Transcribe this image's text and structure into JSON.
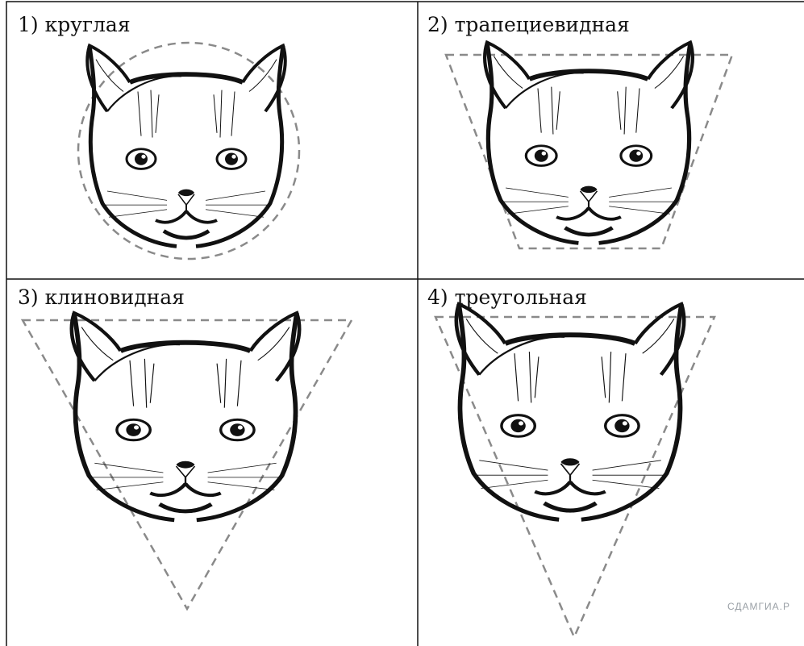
{
  "cells": [
    {
      "label": "1) круглая",
      "outline": "circle"
    },
    {
      "label": "2) трапециевидная",
      "outline": "trapezoid"
    },
    {
      "label": "3) клиновидная",
      "outline": "wedge"
    },
    {
      "label": "4) треугольная",
      "outline": "triangle"
    }
  ],
  "watermark": "СДАМГИА.Р",
  "colors": {
    "border": "#111111",
    "dashed": "#8a8a8a",
    "ink": "#111111"
  }
}
